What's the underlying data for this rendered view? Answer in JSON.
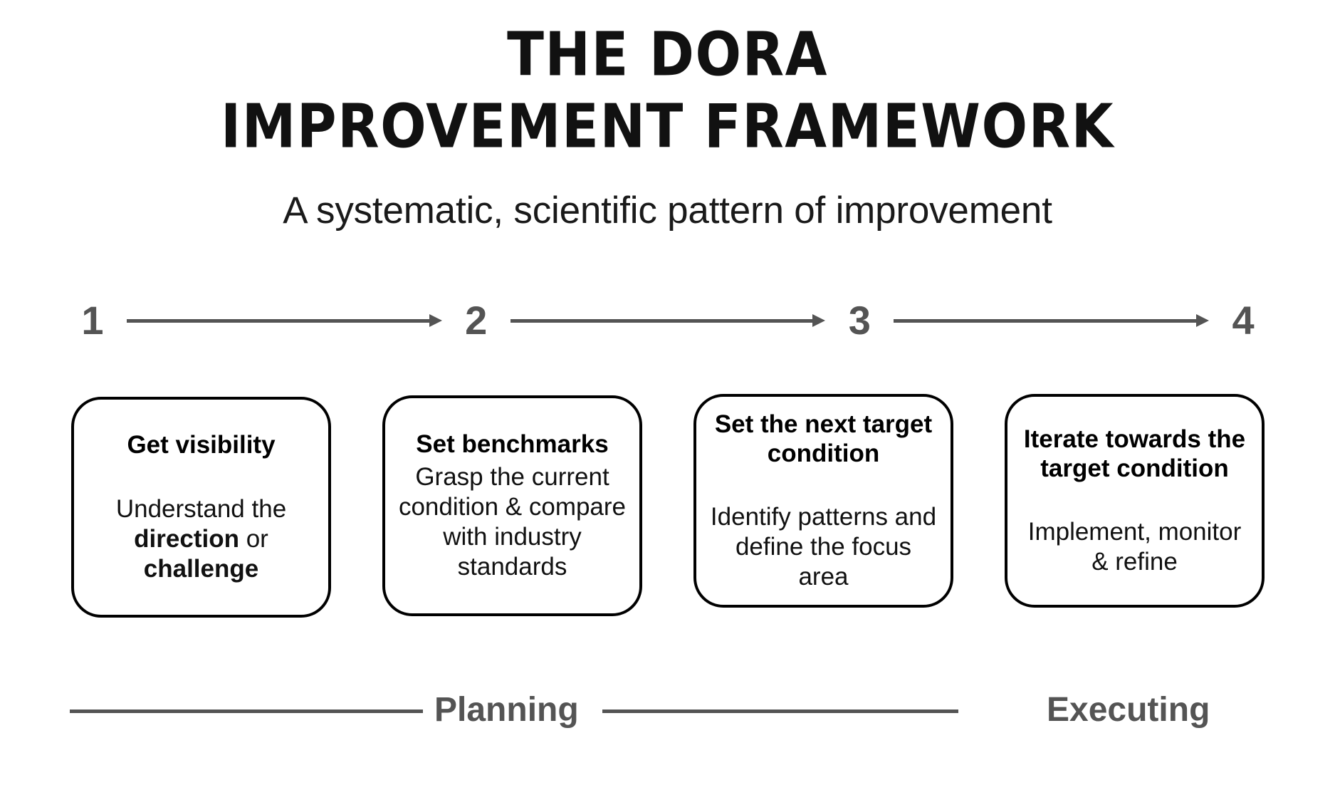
{
  "header": {
    "title_line1": "THE DORA",
    "title_line2": "IMPROVEMENT FRAMEWORK",
    "subtitle": "A systematic, scientific pattern of improvement"
  },
  "steps": [
    {
      "number": "1"
    },
    {
      "number": "2"
    },
    {
      "number": "3"
    },
    {
      "number": "4"
    }
  ],
  "cards": [
    {
      "title": "Get visibility",
      "body_prefix": "Understand the ",
      "body_bold1": "direction",
      "body_mid": " or ",
      "body_bold2": "challenge",
      "body_suffix": ""
    },
    {
      "title": "Set benchmarks",
      "body": "Grasp the current condition & compare with industry standards"
    },
    {
      "title": "Set the next target condition",
      "body": "Identify patterns and define the focus area"
    },
    {
      "title": "Iterate towards the target condition",
      "body": "Implement, monitor & refine"
    }
  ],
  "phases": {
    "planning_label": "Planning",
    "executing_label": "Executing"
  },
  "colors": {
    "background": "#ffffff",
    "text": "#000000",
    "accent_gray": "#545454",
    "card_border": "#000000"
  }
}
